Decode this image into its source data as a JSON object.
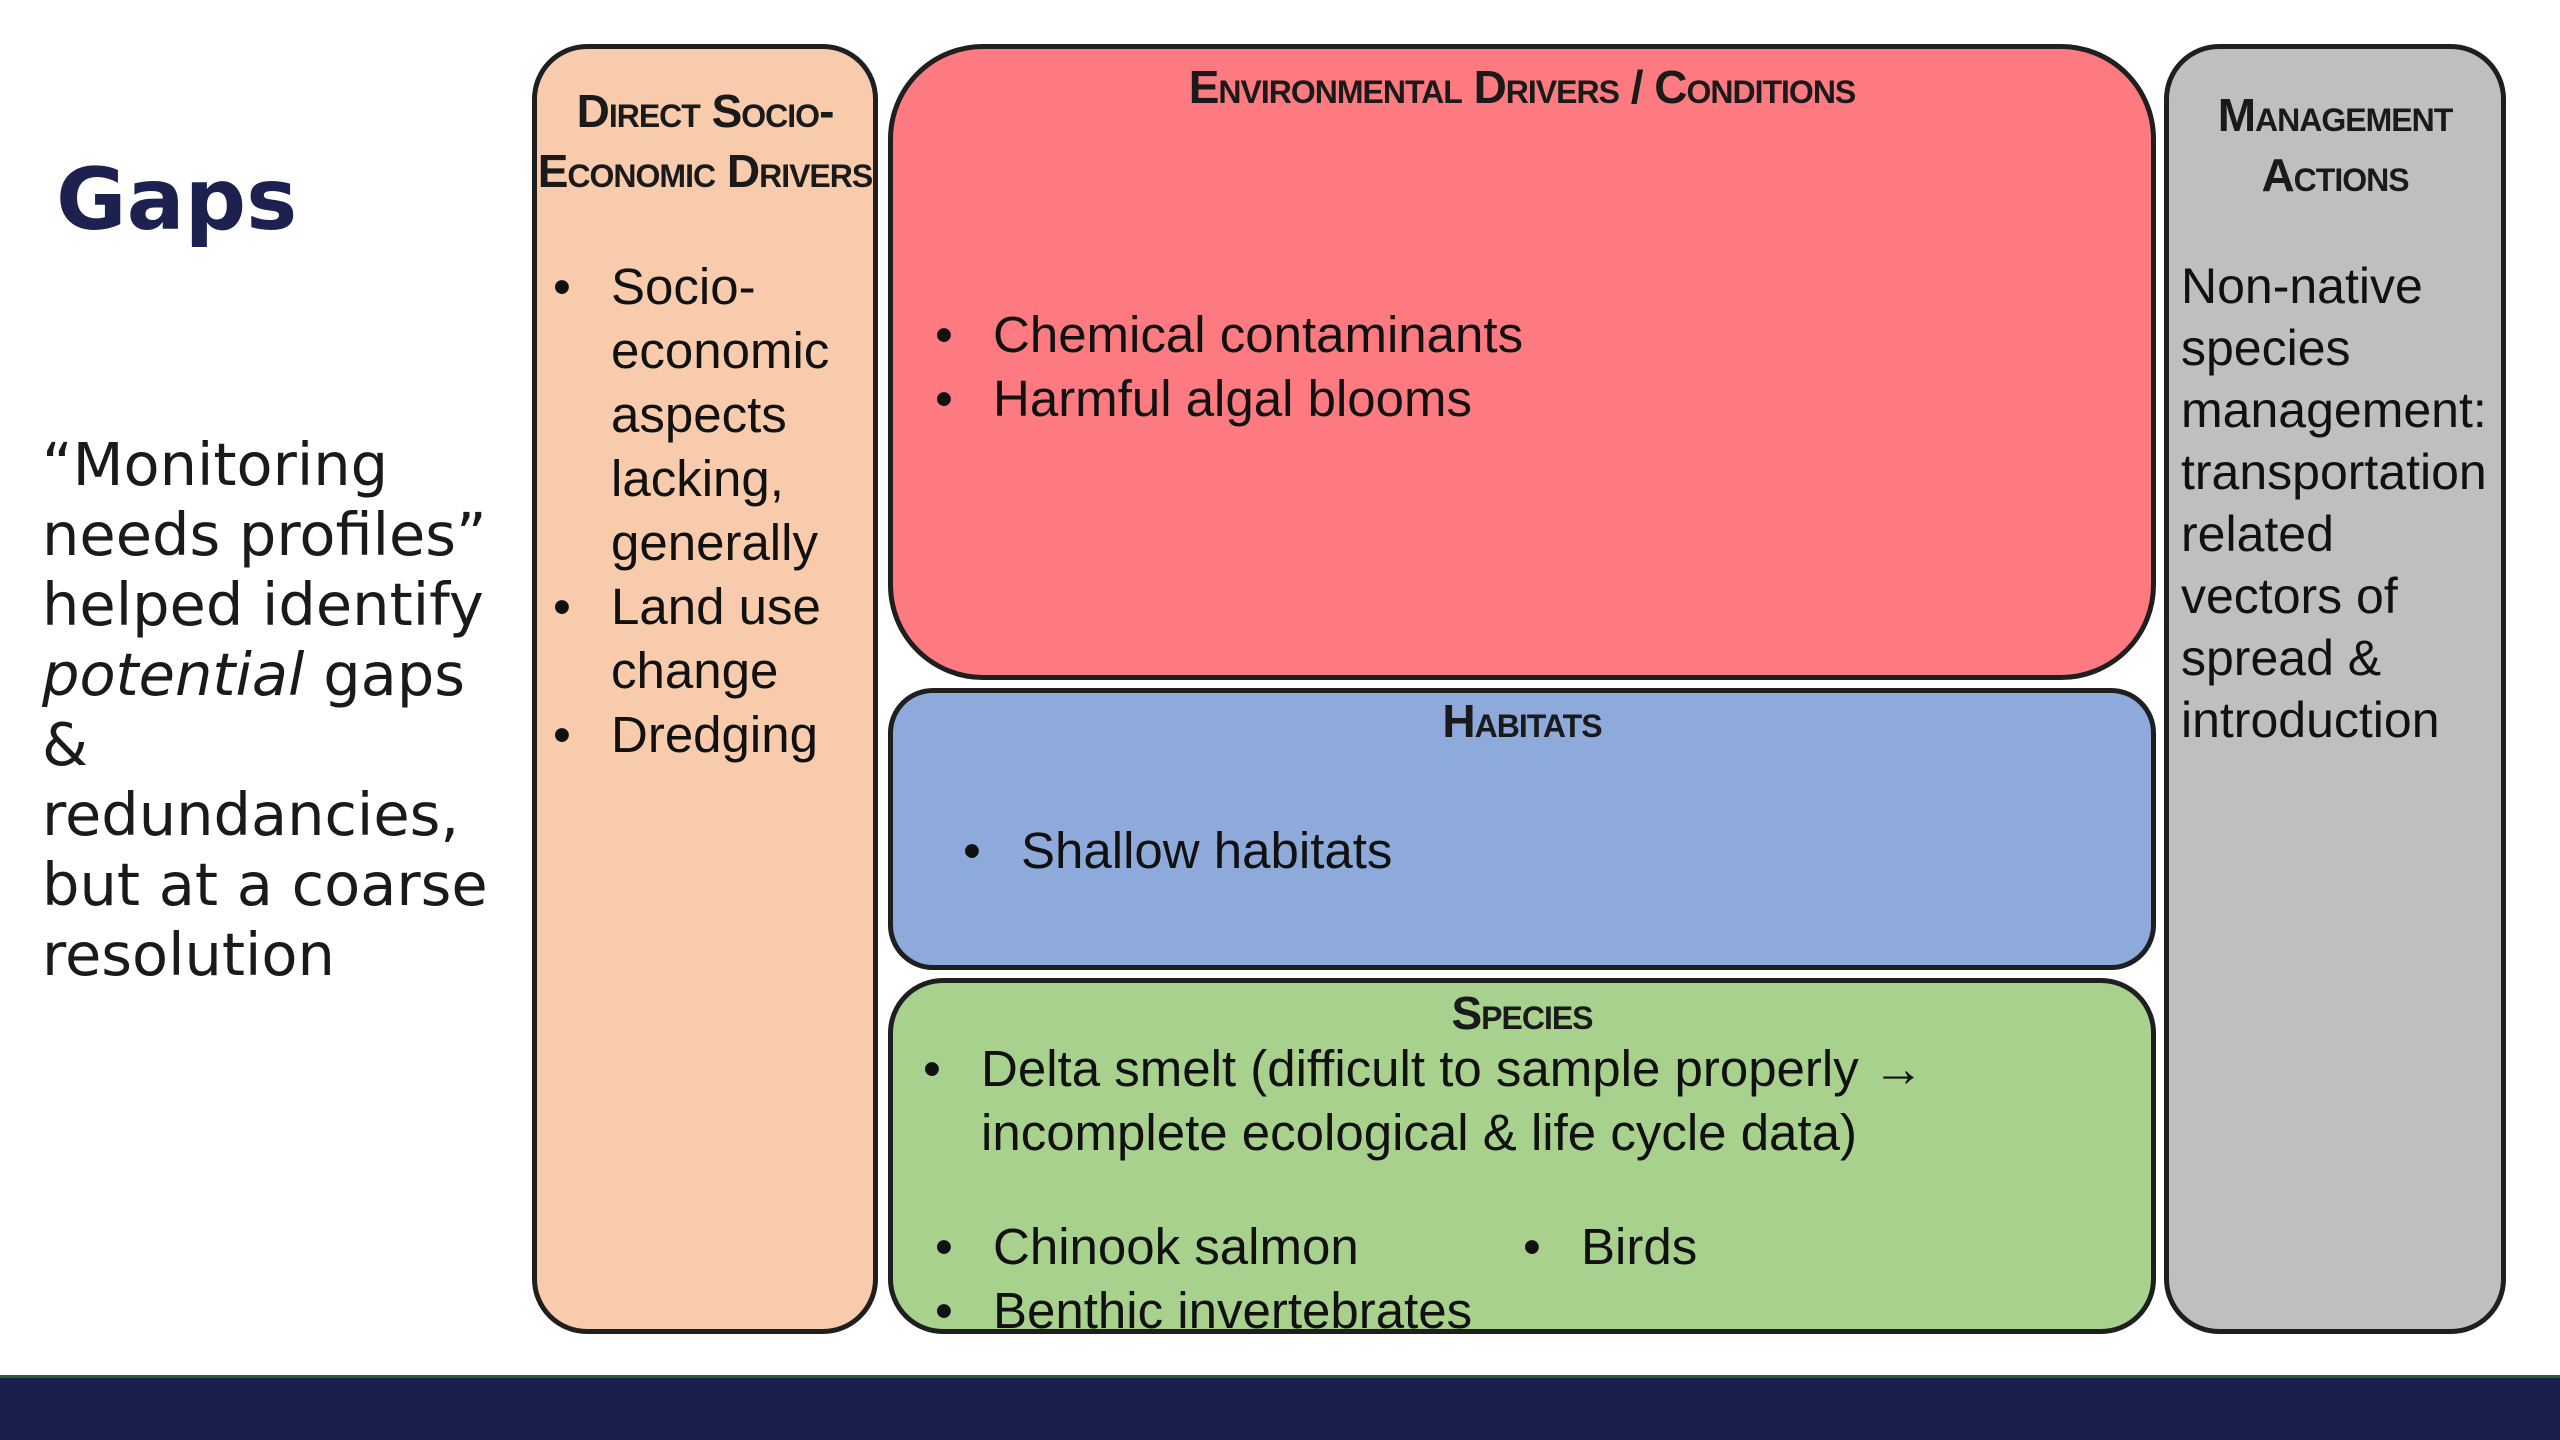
{
  "slide": {
    "title": "Gaps",
    "quote": {
      "part1": "“Monitoring needs profiles” helped identify ",
      "emphasis": "potential",
      "part2": " gaps & redundancies, but at a coarse resolution"
    }
  },
  "boxes": {
    "socio": {
      "header_line1": "Direct Socio-",
      "header_line2": "Economic Drivers",
      "items": [
        "Socio-economic aspects lacking, generally",
        "Land use change",
        "Dredging"
      ],
      "color": "#f7cbab"
    },
    "environmental": {
      "header": "Environmental Drivers / Conditions",
      "items": [
        "Chemical contaminants",
        "Harmful algal blooms"
      ],
      "color": "#fd7b80"
    },
    "habitats": {
      "header": "Habitats",
      "items": [
        "Shallow habitats"
      ],
      "color": "#8eaadb"
    },
    "species": {
      "header": "Species",
      "item_main": "Delta smelt (difficult to sample properly → incomplete ecological & life cycle data)",
      "items_col1": [
        "Chinook salmon",
        "Benthic invertebrates"
      ],
      "items_col2": [
        "Birds"
      ],
      "color": "#a9d18e"
    },
    "management": {
      "header_line1": "Management",
      "header_line2": "Actions",
      "text": "Non-native species management: transportation related vectors of spread & introduction",
      "color": "#bfbfbf"
    }
  },
  "footer": {
    "color": "#1a1f4b"
  }
}
